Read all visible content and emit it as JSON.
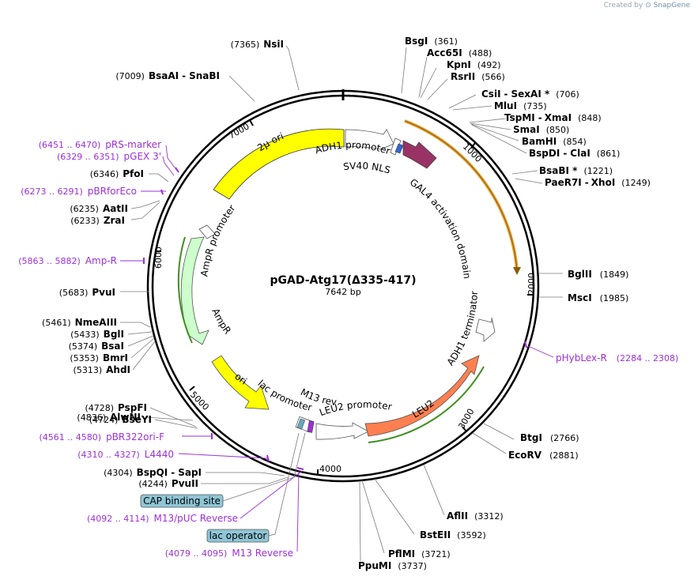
{
  "credit": {
    "prefix": "Created by",
    "brand": "SnapGene"
  },
  "title": "pGAD-Atg17(Δ335-417)",
  "subtitle": "7642 bp",
  "ruler_ticks": [
    "1000",
    "2000",
    "3000",
    "4000",
    "5000",
    "6000",
    "7000"
  ],
  "sites": [
    {
      "name": "NsiI",
      "pos": "(7365)"
    },
    {
      "name": "BsaAI",
      "pos": "(7009)",
      "name2": "SnaBI"
    },
    {
      "name": "PfoI",
      "pos": "(6346)"
    },
    {
      "name": "AatII",
      "pos": "(6235)"
    },
    {
      "name": "ZraI",
      "pos": "(6233)"
    },
    {
      "name": "PvuI",
      "pos": "(5683)"
    },
    {
      "name": "NmeAIII",
      "pos": "(5461)"
    },
    {
      "name": "BglI",
      "pos": "(5433)"
    },
    {
      "name": "BsaI",
      "pos": "(5374)"
    },
    {
      "name": "BmrI",
      "pos": "(5353)"
    },
    {
      "name": "AhdI",
      "pos": "(5313)"
    },
    {
      "name": "AlwNI",
      "pos": "(4836)"
    },
    {
      "name": "PspFI",
      "pos": "(4728)"
    },
    {
      "name": "BseYI",
      "pos": "(4724)"
    },
    {
      "name": "BspQI",
      "pos": "(4304)",
      "name2": "SapI"
    },
    {
      "name": "PvuII",
      "pos": "(4244)"
    },
    {
      "name": "BsgI",
      "pos": "(361)"
    },
    {
      "name": "Acc65I",
      "pos": "(488)"
    },
    {
      "name": "KpnI",
      "pos": "(492)"
    },
    {
      "name": "RsrII",
      "pos": "(566)"
    },
    {
      "name": "CsiI",
      "pos": "(706)",
      "name2": "SexAI *"
    },
    {
      "name": "MluI",
      "pos": "(735)"
    },
    {
      "name": "TspMI",
      "pos": "(848)",
      "name2": "XmaI"
    },
    {
      "name": "SmaI",
      "pos": "(850)"
    },
    {
      "name": "BamHI",
      "pos": "(854)"
    },
    {
      "name": "BspDI",
      "pos": "(861)",
      "name2": "ClaI"
    },
    {
      "name": "BsaBI *",
      "pos": "(1221)"
    },
    {
      "name": "PaeR7I",
      "pos": "(1249)",
      "name2": "XhoI"
    },
    {
      "name": "BglII",
      "pos": "(1849)"
    },
    {
      "name": "MscI",
      "pos": "(1985)"
    },
    {
      "name": "BtgI",
      "pos": "(2766)"
    },
    {
      "name": "EcoRV",
      "pos": "(2881)"
    },
    {
      "name": "AflII",
      "pos": "(3312)"
    },
    {
      "name": "BstEII",
      "pos": "(3592)"
    },
    {
      "name": "PflMI",
      "pos": "(3721)"
    },
    {
      "name": "PpuMI",
      "pos": "(3737)"
    }
  ],
  "primers": [
    {
      "range": "(6451 .. 6470)",
      "name": "pRS-marker"
    },
    {
      "range": "(6329 .. 6351)",
      "name": "pGEX 3'"
    },
    {
      "range": "(6273 .. 6291)",
      "name": "pBRforEco"
    },
    {
      "range": "(5863 .. 5882)",
      "name": "Amp-R"
    },
    {
      "range": "(2284 .. 2308)",
      "name": "pHybLex-R"
    },
    {
      "range": "(4561 .. 4580)",
      "name": "pBR322ori-F"
    },
    {
      "range": "(4310 .. 4327)",
      "name": "L4440"
    },
    {
      "range": "(4092 .. 4114)",
      "name": "M13/pUC Reverse"
    },
    {
      "range": "(4079 .. 4095)",
      "name": "M13 Reverse"
    }
  ],
  "features": {
    "two_micron_ori": "2μ ori",
    "adh1_promoter": "ADH1 promoter",
    "sv40_nls": "SV40 NLS",
    "gal4_ad": "GAL4 activation domain",
    "ampr_promoter": "AmpR promoter",
    "ampr": "AmpR",
    "ori": "ori",
    "lac_promoter": "lac promoter",
    "m13_rev": "M13 rev",
    "leu2_promoter": "LEU2 promoter",
    "leu2": "LEU2",
    "adh1_terminator": "ADH1 terminator"
  },
  "boxed": {
    "cap_site": "CAP binding site",
    "lac_operator": "lac operator"
  },
  "colors": {
    "two_micron_ori": "#ffff00",
    "gal4": "#993366",
    "ampr": "#ccffcc",
    "leu2": "#ff7f50",
    "primer": "#9b30d9",
    "box_fill": "#8fc6d6",
    "gal4_marker": "#e8a33a",
    "green_marker": "#3f8f1f"
  }
}
